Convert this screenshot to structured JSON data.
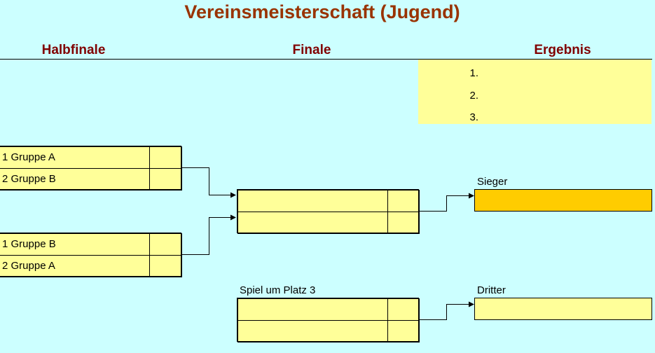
{
  "title": "Vereinsmeisterschaft (Jugend)",
  "headers": {
    "semifinal": "Halbfinale",
    "final": "Finale",
    "result": "Ergebnis"
  },
  "results": [
    {
      "rank": "1.",
      "name": ""
    },
    {
      "rank": "2.",
      "name": ""
    },
    {
      "rank": "3.",
      "name": ""
    }
  ],
  "semifinal1": {
    "team1": "1 Gruppe A",
    "score1": "",
    "team2": "2 Gruppe B",
    "score2": ""
  },
  "semifinal2": {
    "team1": "1 Gruppe B",
    "score1": "",
    "team2": "2 Gruppe A",
    "score2": ""
  },
  "final": {
    "team1": "",
    "score1": "",
    "team2": "",
    "score2": ""
  },
  "third_place_match": {
    "label": "Spiel um Platz 3",
    "team1": "",
    "score1": "",
    "team2": "",
    "score2": ""
  },
  "winner": {
    "label": "Sieger",
    "name": ""
  },
  "third": {
    "label": "Dritter",
    "name": ""
  },
  "colors": {
    "background": "#ccffff",
    "cell": "#ffff99",
    "winner_cell": "#ffcc00",
    "title": "#993300",
    "headers": "#800000"
  }
}
